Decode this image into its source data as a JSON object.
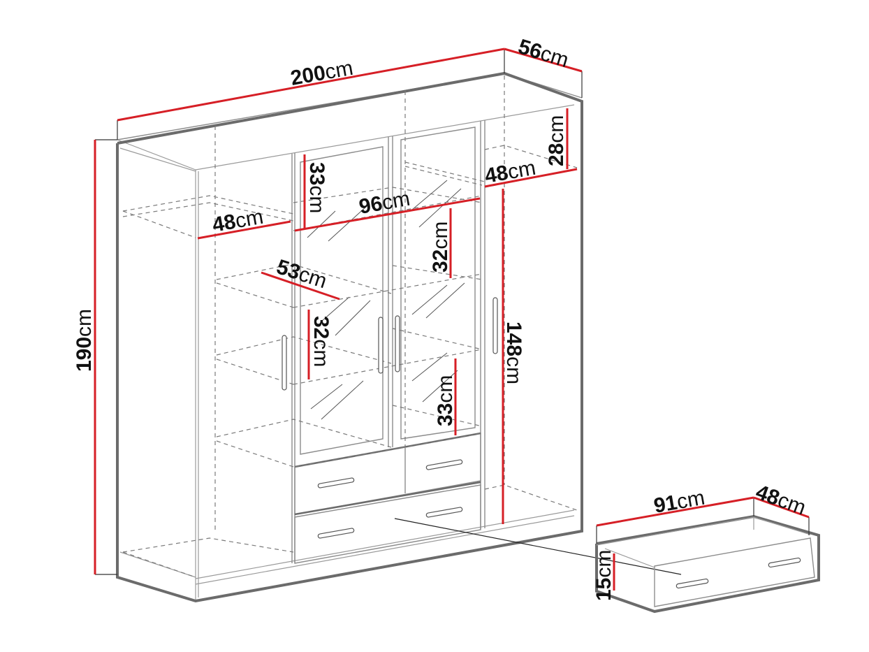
{
  "diagram": {
    "subject": "Four-door wardrobe with two glass doors and two drawers",
    "colors": {
      "dimension_line": "#d61f26",
      "outline": "#6b6b6b",
      "text": "#111111",
      "background": "#ffffff"
    },
    "dimensions": {
      "width": {
        "value": "200",
        "unit": "cm"
      },
      "depth": {
        "value": "56",
        "unit": "cm"
      },
      "height": {
        "value": "190",
        "unit": "cm"
      },
      "top_right_height": {
        "value": "28",
        "unit": "cm"
      },
      "right_shelf_depth": {
        "value": "48",
        "unit": "cm"
      },
      "left_shelf_depth": {
        "value": "48",
        "unit": "cm"
      },
      "center_width": {
        "value": "96",
        "unit": "cm"
      },
      "center_top_height": {
        "value": "33",
        "unit": "cm"
      },
      "center_right_upper": {
        "value": "32",
        "unit": "cm"
      },
      "center_shelf_depth": {
        "value": "53",
        "unit": "cm"
      },
      "center_left_mid": {
        "value": "32",
        "unit": "cm"
      },
      "center_right_lower": {
        "value": "33",
        "unit": "cm"
      },
      "right_hanging_height": {
        "value": "148",
        "unit": "cm"
      }
    },
    "drawer": {
      "width": {
        "value": "91",
        "unit": "cm"
      },
      "depth": {
        "value": "48",
        "unit": "cm"
      },
      "height": {
        "value": "15",
        "unit": "cm"
      }
    }
  }
}
